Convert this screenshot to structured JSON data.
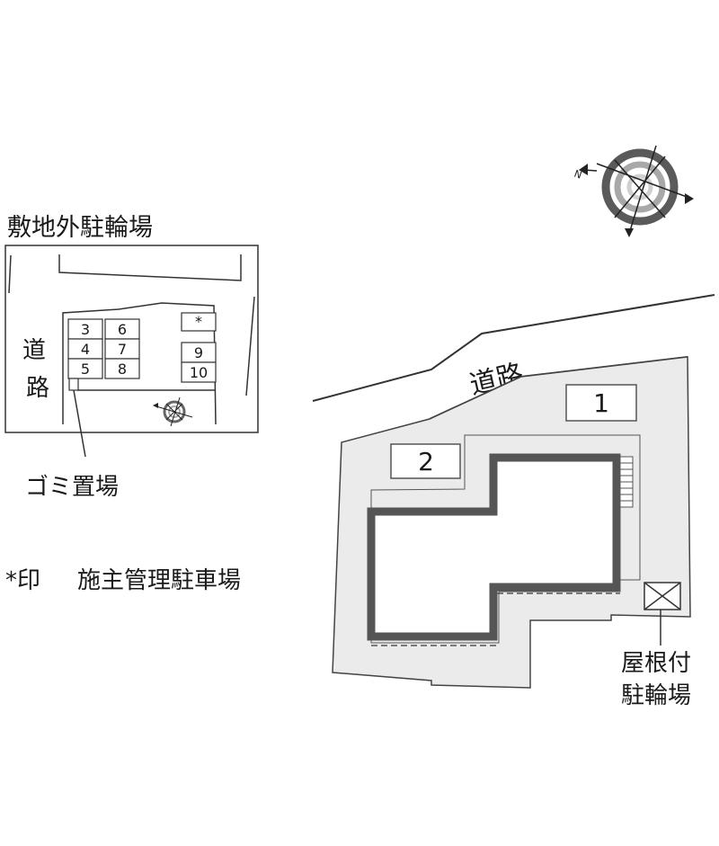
{
  "inset": {
    "title": "敷地外駐輪場",
    "road_label": [
      "道",
      "路"
    ],
    "parking_slots": [
      "3",
      "4",
      "5",
      "6",
      "7",
      "8",
      "9",
      "10"
    ],
    "star_slot": "*",
    "trash_label": "ゴミ置場"
  },
  "legend": {
    "mark": "*印",
    "text": "施主管理駐車場"
  },
  "main": {
    "road_label": "道路",
    "parking_1": "1",
    "parking_2": "2",
    "bike_parking_label": [
      "屋根付",
      "駐輪場"
    ]
  },
  "colors": {
    "site_fill": "#ebebeb",
    "building_outline": "#555555",
    "line": "#333333"
  },
  "icons": {
    "main_compass": "compass-icon",
    "inset_compass": "compass-icon",
    "bike_shelter": "crossed-box-icon"
  }
}
